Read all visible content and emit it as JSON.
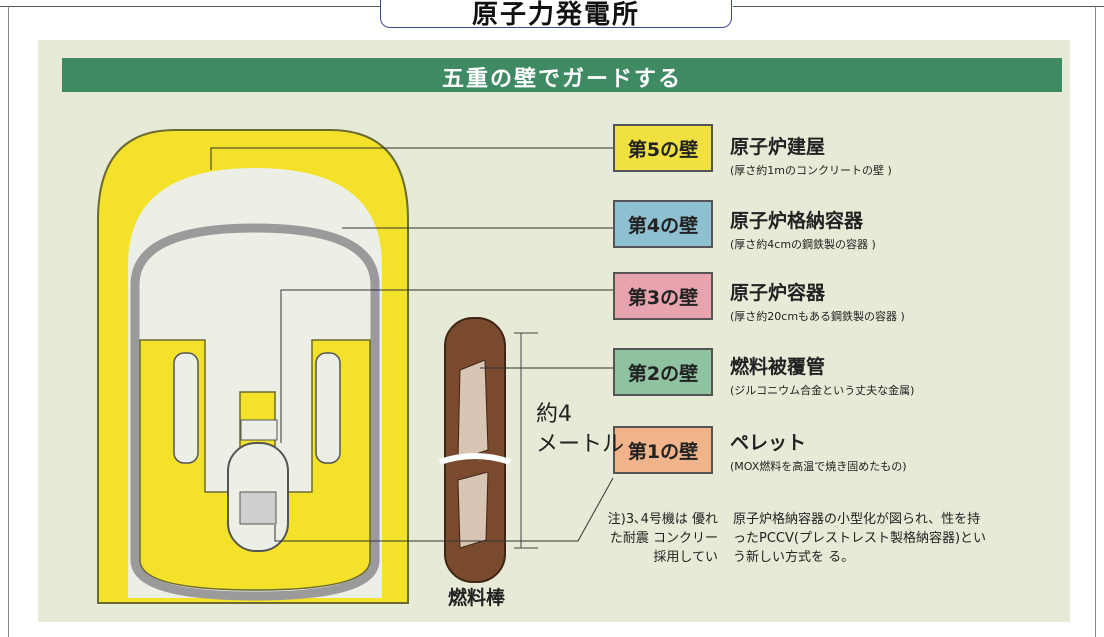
{
  "page": {
    "title": "原子力発電所",
    "panel_title": "五重の壁でガードする"
  },
  "walls": [
    {
      "label": "第5の壁",
      "name": "原子炉建屋",
      "desc": "(厚さ約1mのコンクリートの壁 )",
      "color": "#f0e040"
    },
    {
      "label": "第4の壁",
      "name": "原子炉格納容器",
      "desc": "(厚さ約4cmの鋼鉄製の容器 )",
      "color": "#8fc0d2"
    },
    {
      "label": "第3の壁",
      "name": "原子炉容器",
      "desc": "(厚さ約20cmもある鋼鉄製の容器 )",
      "color": "#e7a3ae"
    },
    {
      "label": "第2の壁",
      "name": "燃料被覆管",
      "desc": "(ジルコニウム合金という丈夫な金属)",
      "color": "#8fc2a0"
    },
    {
      "label": "第1の壁",
      "name": "ペレット",
      "desc": "(MOX燃料を高温で焼き固めたもの)",
      "color": "#f1b48a"
    }
  ],
  "fuel_rod": {
    "length": "約4",
    "length_unit": "メートル",
    "label": "燃料棒"
  },
  "note": {
    "left": "注)3､4号機は 優れた耐震 コンクリー 採用してい",
    "right": "原子炉格納容器の小型化が図られ、性を持ったPCCV(プレストレスト製格納容器)という新しい方式を る。"
  },
  "colors": {
    "building": "#f3e12a",
    "vessel_grey": "#9a9a9a",
    "rod_brown": "#7a4a2e",
    "panel_bg": "#e6ead6",
    "header_green": "#3f8a63"
  }
}
